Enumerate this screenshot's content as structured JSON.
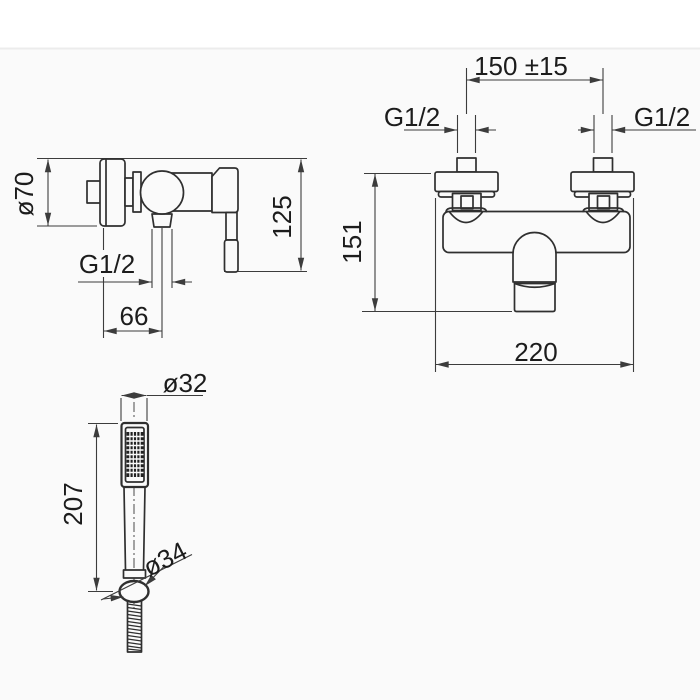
{
  "drawing": {
    "title": "wall-mounted-shower-mixer-technical-drawing",
    "colors": {
      "background": "#fafafa",
      "top_strip": "#ffffff",
      "line": "#2f2f2f",
      "dimension_line": "#3c3c3c",
      "text": "#1c1c1c",
      "divider": "#ececec"
    },
    "side_view": {
      "dims": {
        "flange_diameter": "ø70",
        "outlet_thread": "G1/2",
        "wall_to_outlet": "66",
        "height": "125"
      }
    },
    "front_view": {
      "dims": {
        "inlet_centers": "150 ±15",
        "thread_left": "G1/2",
        "thread_right": "G1/2",
        "body_height": "151",
        "overall_width": "220"
      }
    },
    "hand_shower": {
      "dims": {
        "head_diameter": "ø32",
        "length": "207",
        "ball_diameter": "ø34"
      }
    }
  }
}
